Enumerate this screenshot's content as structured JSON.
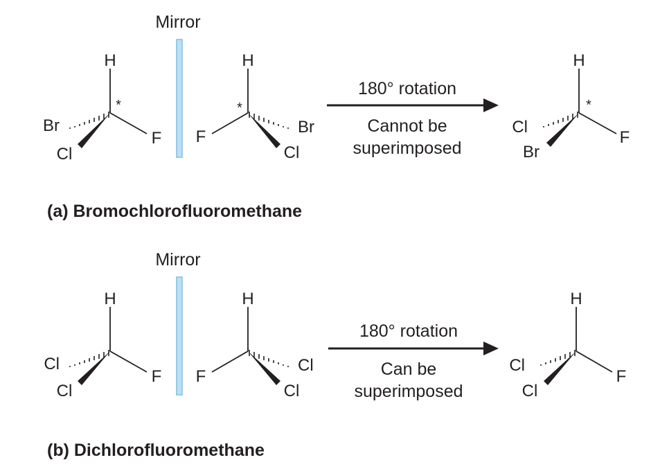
{
  "panels": [
    {
      "id": "a",
      "title": "(a) Bromochlorofluoromethane",
      "mirror_label": "Mirror",
      "rotation_label": "180° rotation",
      "result_line1": "Cannot be",
      "result_line2": "superimposed",
      "chiral_marker": "*",
      "molecules": [
        {
          "top": "H",
          "hash": "Br",
          "wedge": "Cl",
          "plain": "F",
          "chiral": true
        },
        {
          "top": "H",
          "hash": "Br",
          "wedge": "Cl",
          "plain": "F",
          "chiral": true
        },
        {
          "top": "H",
          "hash": "Cl",
          "wedge": "Br",
          "plain": "F",
          "chiral": true
        }
      ]
    },
    {
      "id": "b",
      "title": "(b) Dichlorofluoromethane",
      "mirror_label": "Mirror",
      "rotation_label": "180° rotation",
      "result_line1": "Can be",
      "result_line2": "superimposed",
      "chiral_marker": "",
      "molecules": [
        {
          "top": "H",
          "hash": "Cl",
          "wedge": "Cl",
          "plain": "F",
          "chiral": false
        },
        {
          "top": "H",
          "hash": "Cl",
          "wedge": "Cl",
          "plain": "F",
          "chiral": false
        },
        {
          "top": "H",
          "hash": "Cl",
          "wedge": "Cl",
          "plain": "F",
          "chiral": false
        }
      ]
    }
  ],
  "colors": {
    "mirror_fill": "#bfe0f3",
    "mirror_stroke": "#7fbfe3",
    "ink": "#231f20"
  }
}
